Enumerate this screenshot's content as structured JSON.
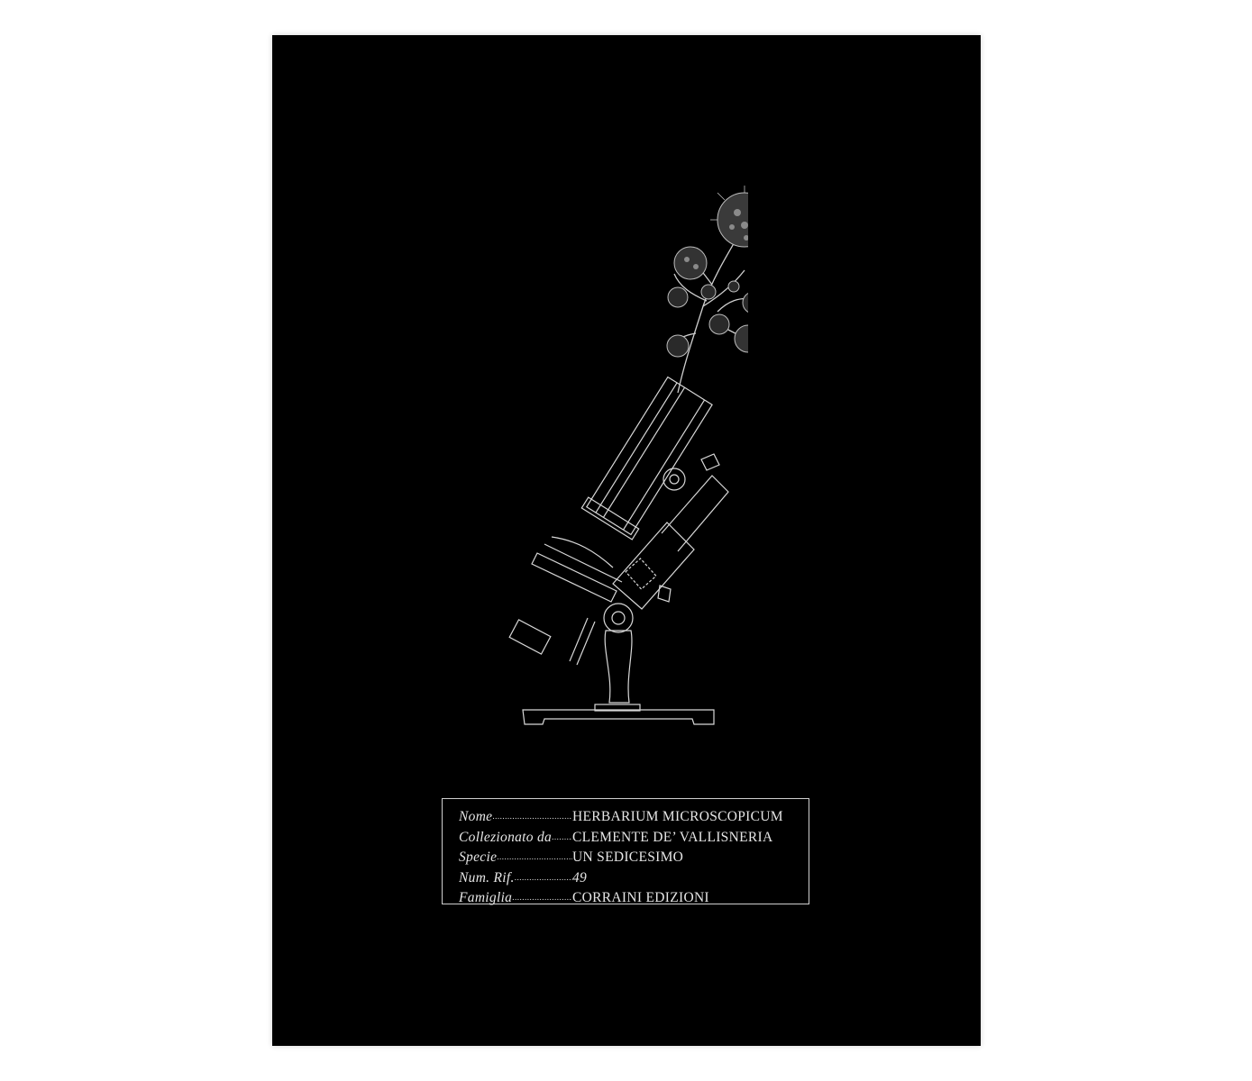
{
  "label": {
    "rows": [
      {
        "key": "Nome",
        "value": "HERBARIUM MICROSCOPICUM"
      },
      {
        "key": "Collezionato da",
        "value": "CLEMENTE DE’ VALLISNERIA"
      },
      {
        "key": "Specie",
        "value": "UN SEDICESIMO"
      },
      {
        "key": "Num. Rif.",
        "value": "49"
      },
      {
        "key": "Famiglia",
        "value": "CORRAINI EDIZIONI"
      }
    ]
  },
  "colors": {
    "poster": "#000000",
    "ink": "#e6e6e6",
    "background": "#ffffff"
  }
}
